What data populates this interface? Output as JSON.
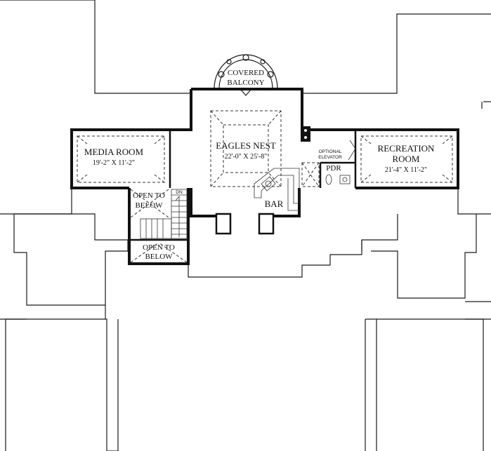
{
  "rooms": {
    "covered_balcony": {
      "line1": "COVERED",
      "line2": "BALCONY"
    },
    "eagles_nest": {
      "name": "EAGLES NEST",
      "dims": "22'-0\" X 25'-8\""
    },
    "media_room": {
      "name": "MEDIA ROOM",
      "dims": "19'-2\" X 11'-2\""
    },
    "recreation_room": {
      "line1": "RECREATION",
      "line2": "ROOM",
      "dims": "21'-4\" X 11'-2\""
    },
    "open_to_below_upper": {
      "line1": "OPEN TO",
      "line2": "BELOW"
    },
    "open_to_below_lower": {
      "line1": "OPEN TO",
      "line2": "BELOW"
    },
    "bar": {
      "name": "BAR"
    },
    "pdr": {
      "name": "PDR"
    },
    "elevator": {
      "line1": "OPTIONAL",
      "line2": "ELEVATOR"
    },
    "stair_down": {
      "label": "DN"
    }
  }
}
